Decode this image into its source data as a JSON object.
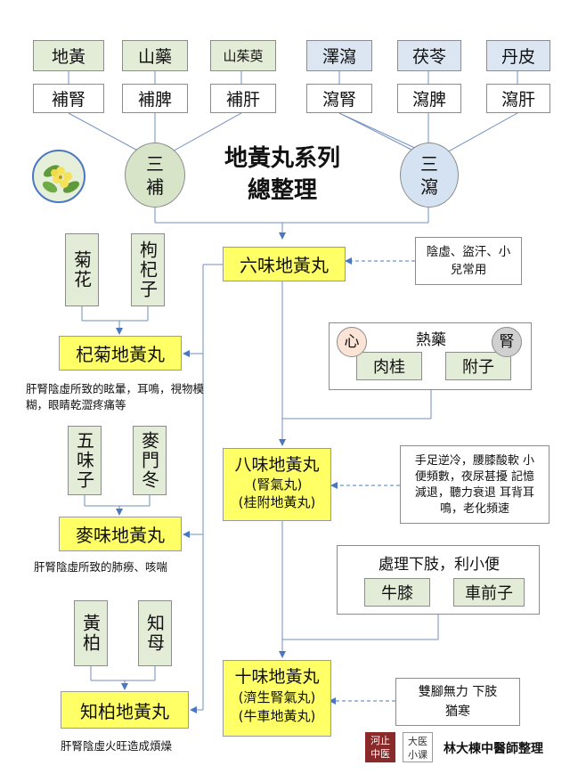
{
  "title_line1": "地黃丸系列",
  "title_line2": "總整理",
  "top_herbs": [
    "地黃",
    "山藥",
    "山茱萸",
    "澤瀉",
    "茯苓",
    "丹皮"
  ],
  "top_effects": [
    "補腎",
    "補脾",
    "補肝",
    "瀉腎",
    "瀉脾",
    "瀉肝"
  ],
  "three_bu": "三補",
  "three_xie": "三瀉",
  "liuwei": {
    "name": "六味地黃丸",
    "note": "陰虛、盜汗、小兒常用"
  },
  "qiju": {
    "herb1": "菊花",
    "herb2": "枸杞子",
    "name": "杞菊地黃丸",
    "note": "肝腎陰虛所致的眩暈，耳鳴，視物模糊，眼睛乾澀疼痛等"
  },
  "maiwei": {
    "herb1": "五味子",
    "herb2": "麥門冬",
    "name": "麥味地黃丸",
    "note": "肝腎陰虛所致的肺癆、咳喘"
  },
  "zhibai": {
    "herb1": "黃柏",
    "herb2": "知母",
    "name": "知柏地黃丸",
    "note": "肝腎陰虛火旺造成煩燥"
  },
  "hot_herbs": {
    "label": "熱藥",
    "herb1": "肉桂",
    "herb2": "附子",
    "tag1": "心",
    "tag2": "腎"
  },
  "bawei": {
    "name": "八味地黃丸",
    "alias1": "(腎氣丸)",
    "alias2": "(桂附地黃丸)",
    "note": "手足逆冷，腰膝酸軟 小便頻數，夜尿甚擾 記憶減退，聽力衰退 耳背耳鳴，老化頻速"
  },
  "lower_limb": {
    "label": "處理下肢，利小便",
    "herb1": "牛膝",
    "herb2": "車前子"
  },
  "shiwei": {
    "name": "十味地黃丸",
    "alias1": "(濟生腎氣丸)",
    "alias2": "(牛車地黃丸)",
    "note": "雙腳無力 下肢猶寒"
  },
  "logo1": "河止中医",
  "logo2": "大医小课",
  "credit": "林大棟中醫師整理",
  "colors": {
    "herb_green": "#e2ecd6",
    "drain_blue": "#dce6f2",
    "formula_yellow": "#ffff66",
    "line_blue": "#4a78c0"
  }
}
